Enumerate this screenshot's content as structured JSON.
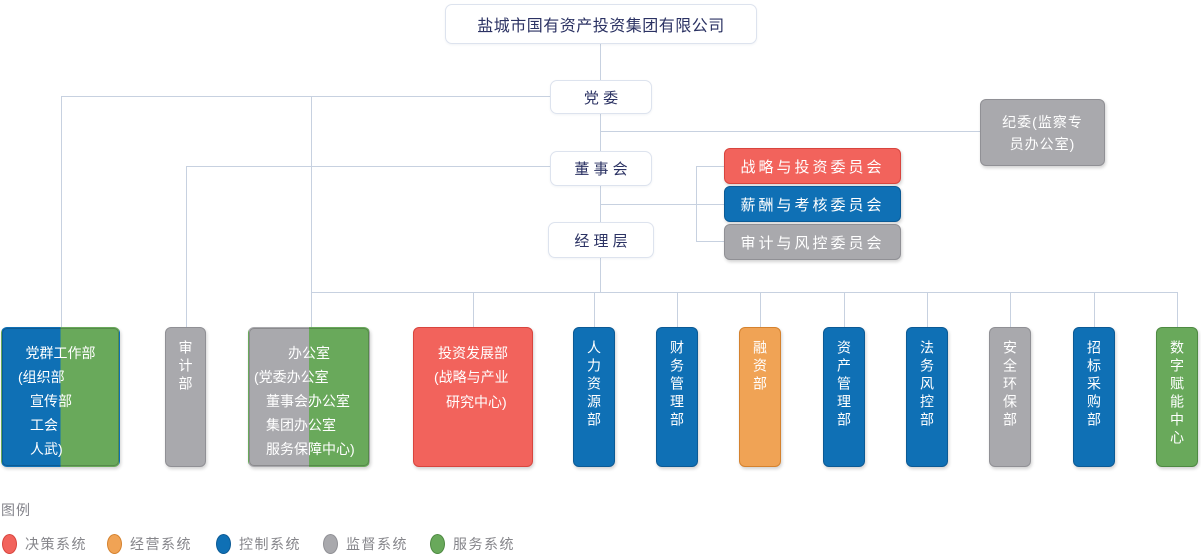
{
  "title": "盐城市国有资产投资集团有限公司",
  "governance": {
    "party": "党 委",
    "board": "董 事 会",
    "management": "经 理 层"
  },
  "discipline": {
    "label": "纪委(监察专\n员办公室)",
    "system": "supervision"
  },
  "committees": [
    {
      "label": "战略与投资委员会",
      "system": "decision"
    },
    {
      "label": "薪酬与考核委员会",
      "system": "control"
    },
    {
      "label": "审计与风控委员会",
      "system": "supervision"
    }
  ],
  "departments": [
    {
      "title": "党群工作部",
      "body": "(组织部\n宣传部\n工会\n人武)",
      "system": [
        "control",
        "service"
      ]
    },
    {
      "label": "审计部",
      "system": "supervision"
    },
    {
      "title": "办公室",
      "body": "(党委办公室\n董事会办公室\n集团办公室\n服务保障中心)",
      "system": [
        "supervision",
        "service"
      ]
    },
    {
      "title": "投资发展部",
      "body": "(战略与产业\n研究中心)",
      "system": "decision"
    },
    {
      "label": "人力资源部",
      "system": "control"
    },
    {
      "label": "财务管理部",
      "system": "control"
    },
    {
      "label": "融资部",
      "system": "operation"
    },
    {
      "label": "资产管理部",
      "system": "control"
    },
    {
      "label": "法务风控部",
      "system": "control"
    },
    {
      "label": "安全环保部",
      "system": "supervision"
    },
    {
      "label": "招标采购部",
      "system": "control"
    },
    {
      "label": "数字赋能中心",
      "system": "service"
    }
  ],
  "systems": {
    "decision": {
      "name": "决策系统",
      "fill": "#f2635c",
      "border": "#d8453e"
    },
    "operation": {
      "name": "经营系统",
      "fill": "#f0a355",
      "border": "#d5822e"
    },
    "control": {
      "name": "控制系统",
      "fill": "#0f70b5",
      "border": "#0b5a95"
    },
    "supervision": {
      "name": "监督系统",
      "fill": "#a9a9ad",
      "border": "#909095"
    },
    "service": {
      "name": "服务系统",
      "fill": "#69a95b",
      "border": "#4e8a42"
    }
  },
  "legend": {
    "title": "图例",
    "order": [
      "decision",
      "operation",
      "control",
      "supervision",
      "service"
    ]
  }
}
